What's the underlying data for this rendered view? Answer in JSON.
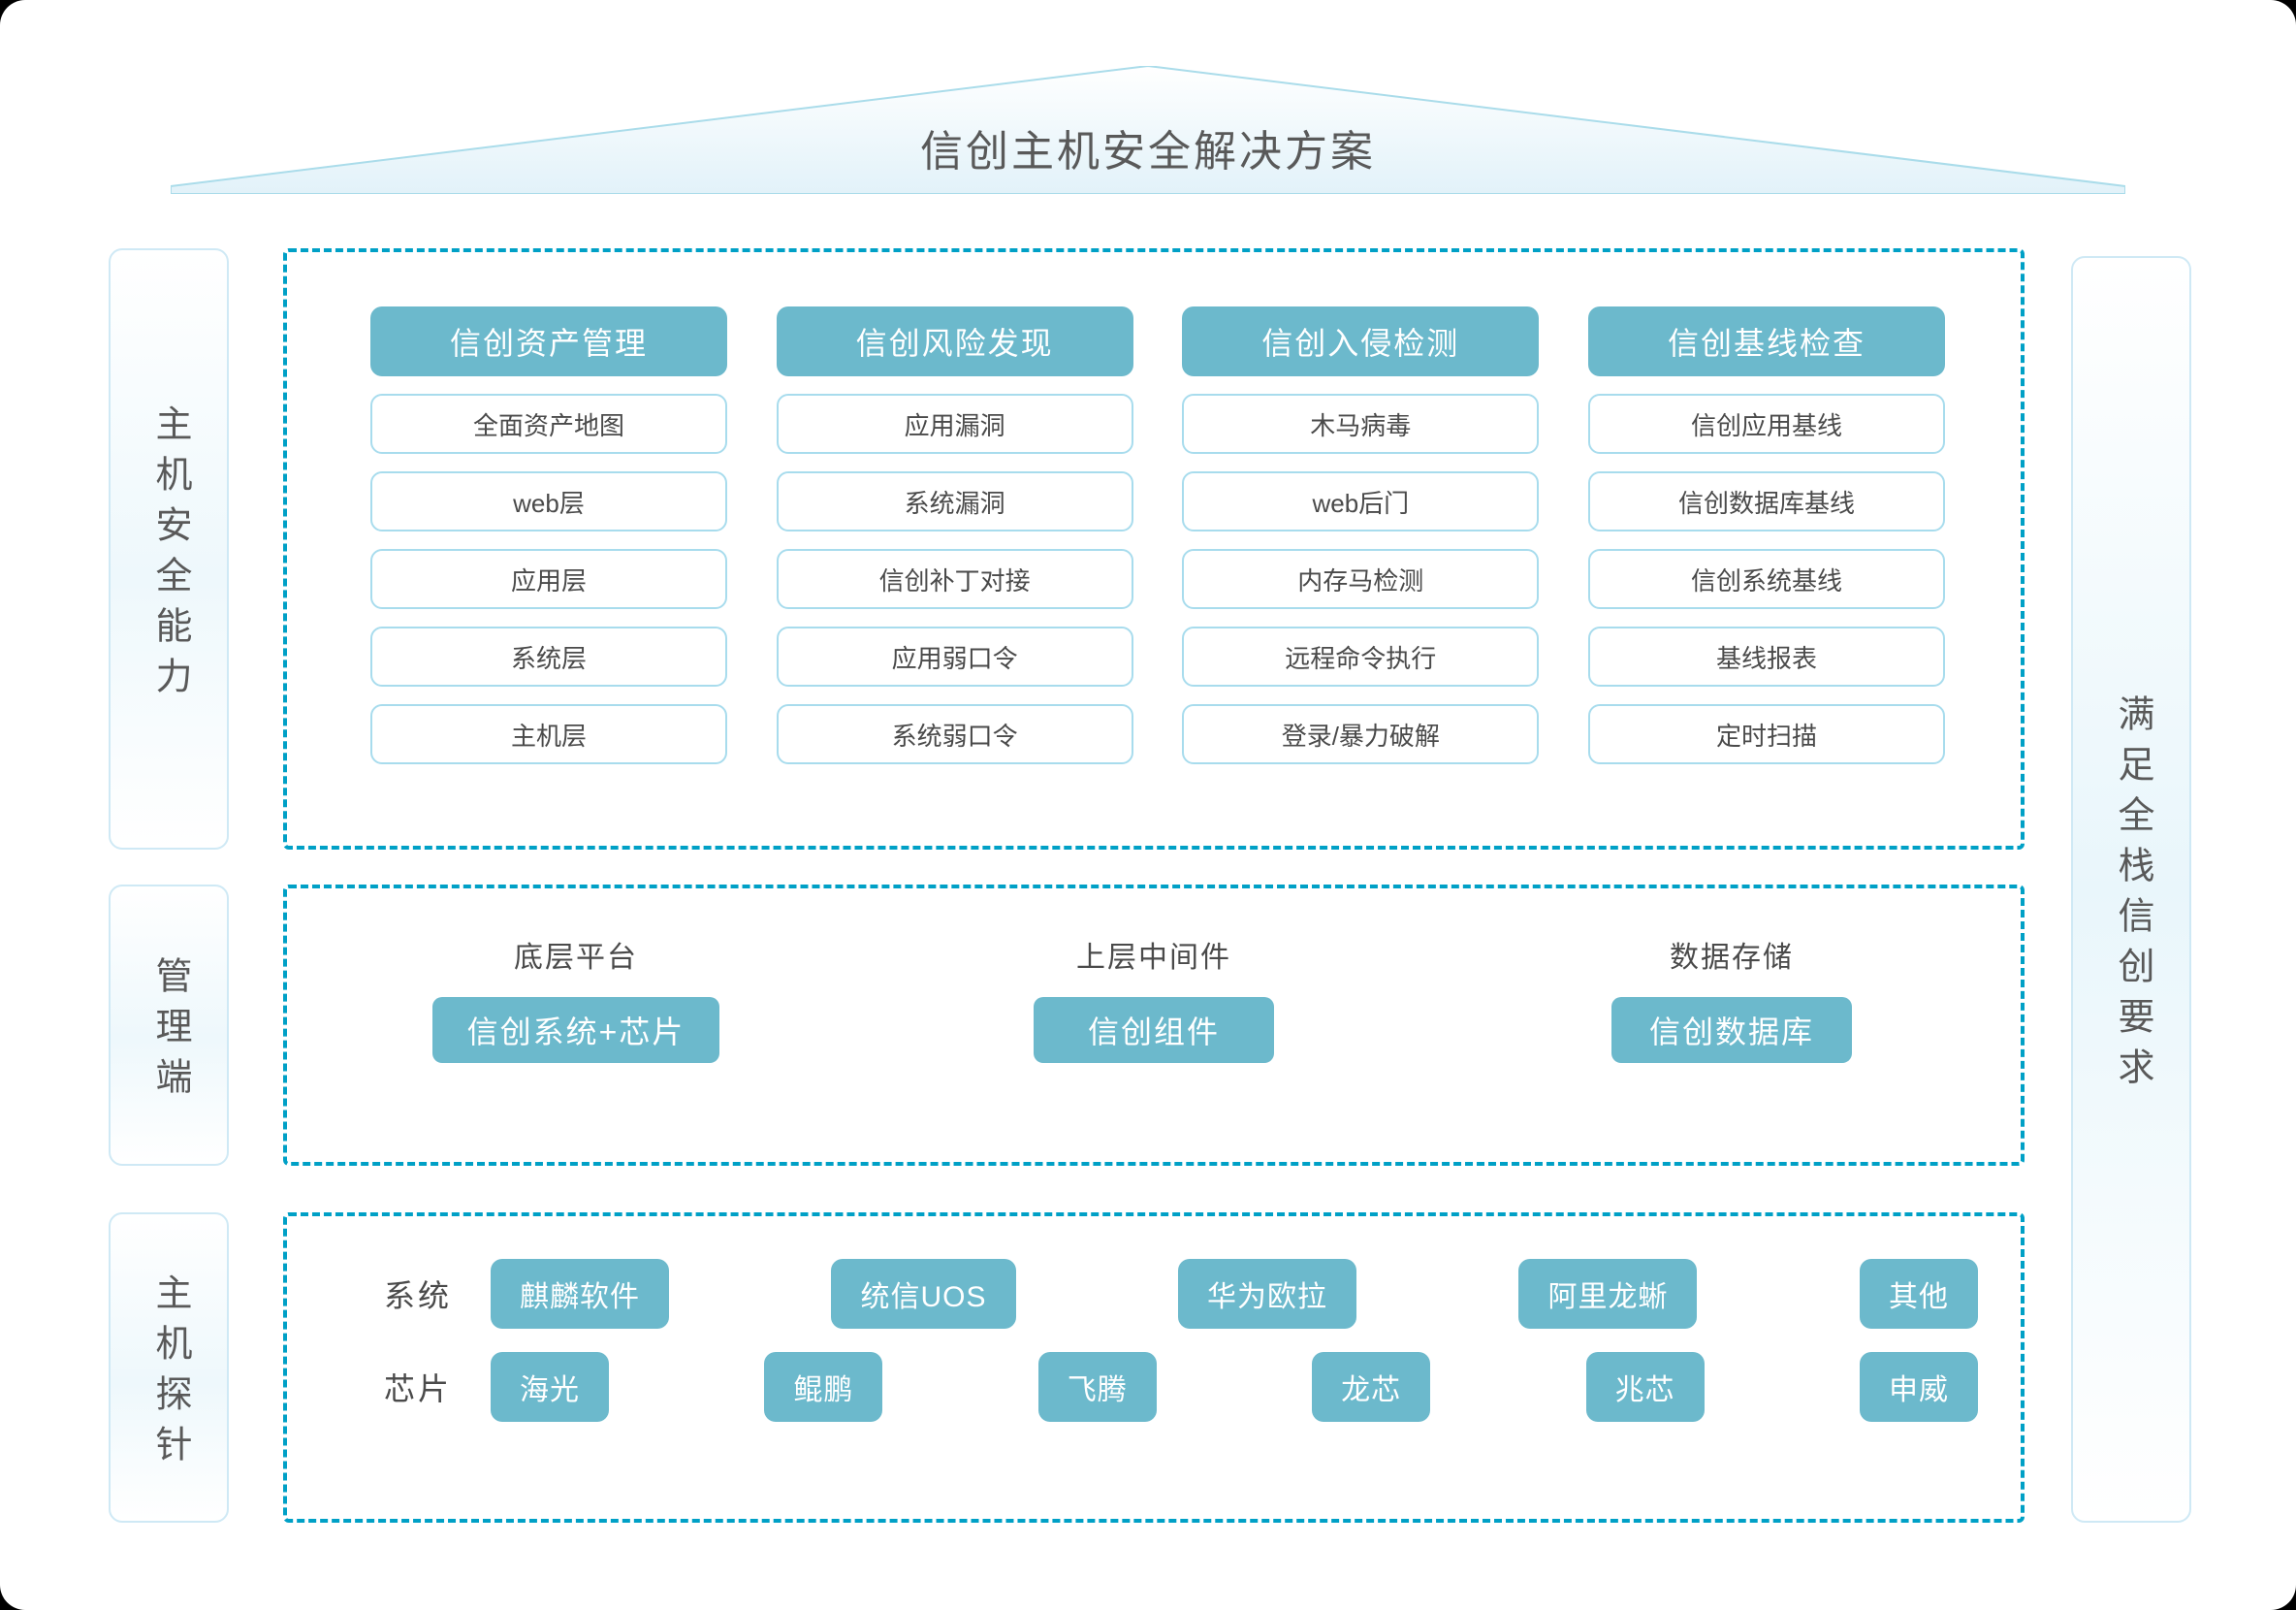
{
  "title": "信创主机安全解决方案",
  "rails": {
    "capability": "主机安全能力",
    "management": "管理端",
    "probe": "主机探针",
    "right": "满足全栈信创要求"
  },
  "capability_columns": [
    {
      "head": "信创资产管理",
      "items": [
        "全面资产地图",
        "web层",
        "应用层",
        "系统层",
        "主机层"
      ]
    },
    {
      "head": "信创风险发现",
      "items": [
        "应用漏洞",
        "系统漏洞",
        "信创补丁对接",
        "应用弱口令",
        "系统弱口令"
      ]
    },
    {
      "head": "信创入侵检测",
      "items": [
        "木马病毒",
        "web后门",
        "内存马检测",
        "远程命令执行",
        "登录/暴力破解"
      ]
    },
    {
      "head": "信创基线检查",
      "items": [
        "信创应用基线",
        "信创数据库基线",
        "信创系统基线",
        "基线报表",
        "定时扫描"
      ]
    }
  ],
  "management_groups": [
    {
      "label": "底层平台",
      "chip": "信创系统+芯片"
    },
    {
      "label": "上层中间件",
      "chip": "信创组件"
    },
    {
      "label": "数据存储",
      "chip": "信创数据库"
    }
  ],
  "probe_rows": [
    {
      "label": "系统",
      "chips": [
        "麒麟软件",
        "统信UOS",
        "华为欧拉",
        "阿里龙蜥",
        "其他"
      ]
    },
    {
      "label": "芯片",
      "chips": [
        "海光",
        "鲲鹏",
        "飞腾",
        "龙芯",
        "兆芯",
        "申威"
      ]
    }
  ],
  "colors": {
    "teal": "#6cb9cc",
    "dashed_border": "#00a0c6",
    "card_border": "#a8dced",
    "rail_border": "#cfe9f5",
    "text": "#4a4a4a",
    "title_text": "#595959"
  }
}
